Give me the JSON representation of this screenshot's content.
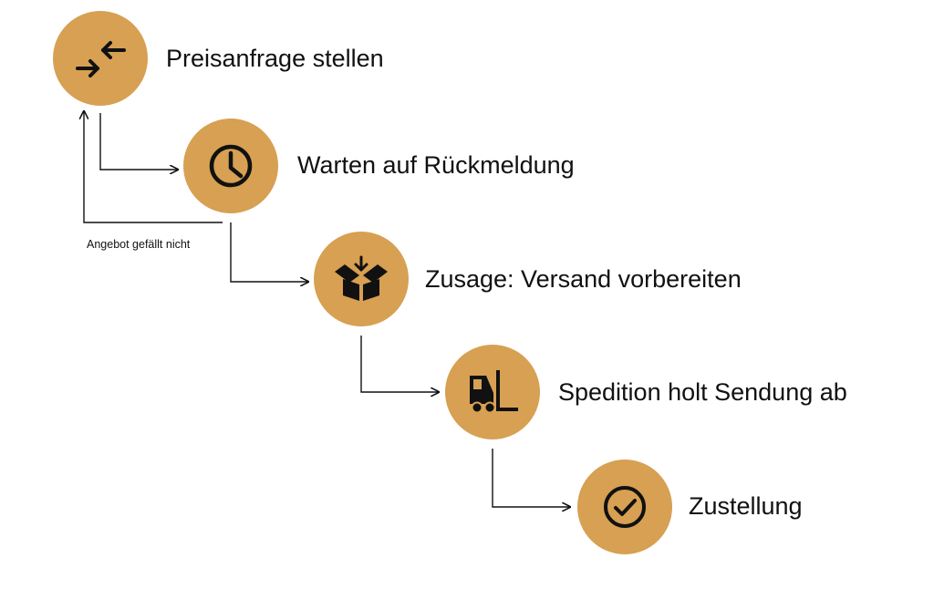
{
  "colors": {
    "node_fill": "#D7A052",
    "ink": "#111111",
    "background": "#FFFFFF"
  },
  "steps": [
    {
      "label": "Preisanfrage stellen",
      "icon": "arrows-inward-icon"
    },
    {
      "label": "Warten auf Rückmeldung",
      "icon": "clock-icon"
    },
    {
      "label": "Zusage: Versand vorbereiten",
      "icon": "box-icon"
    },
    {
      "label": "Spedition holt Sendung ab",
      "icon": "forklift-icon"
    },
    {
      "label": "Zustellung",
      "icon": "check-circle-icon"
    }
  ],
  "loop_note": "Angebot gefällt nicht"
}
